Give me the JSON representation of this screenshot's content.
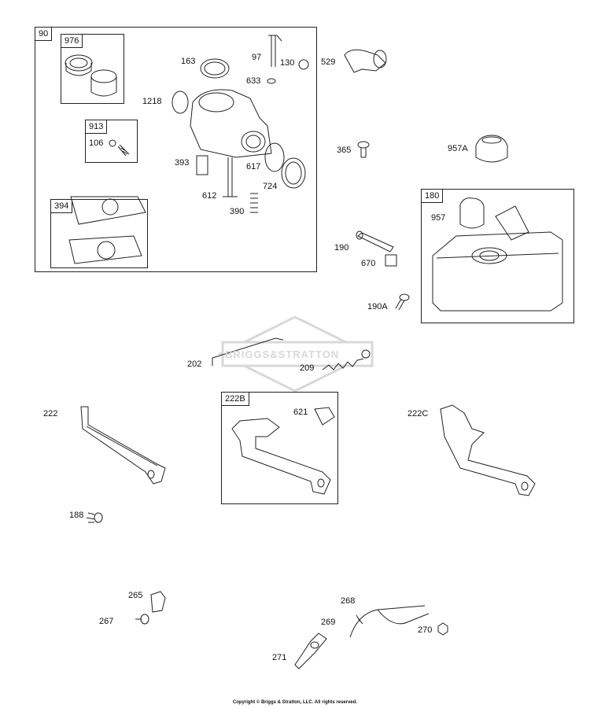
{
  "boxes": {
    "b90": "90",
    "b976": "976",
    "b913": "913",
    "b394": "394",
    "b180": "180",
    "b222B": "222B"
  },
  "parts": {
    "p163": "163",
    "p97": "97",
    "p130": "130",
    "p633": "633",
    "p1218": "1218",
    "p106": "106",
    "p393": "393",
    "p617": "617",
    "p724": "724",
    "p612": "612",
    "p390": "390",
    "p529": "529",
    "p365": "365",
    "p957A": "957A",
    "p957": "957",
    "p190": "190",
    "p670": "670",
    "p190A": "190A",
    "p202": "202",
    "p209": "209",
    "p222": "222",
    "p621": "621",
    "p222C": "222C",
    "p188": "188",
    "p265": "265",
    "p267": "267",
    "p268": "268",
    "p269": "269",
    "p270": "270",
    "p271": "271"
  },
  "watermark": "BRIGGS&STRATTON",
  "copyright": "Copyright © Briggs & Stratton, LLC. All rights reserved.",
  "colors": {
    "line": "#222222",
    "watermark": "#d8d8d8"
  }
}
